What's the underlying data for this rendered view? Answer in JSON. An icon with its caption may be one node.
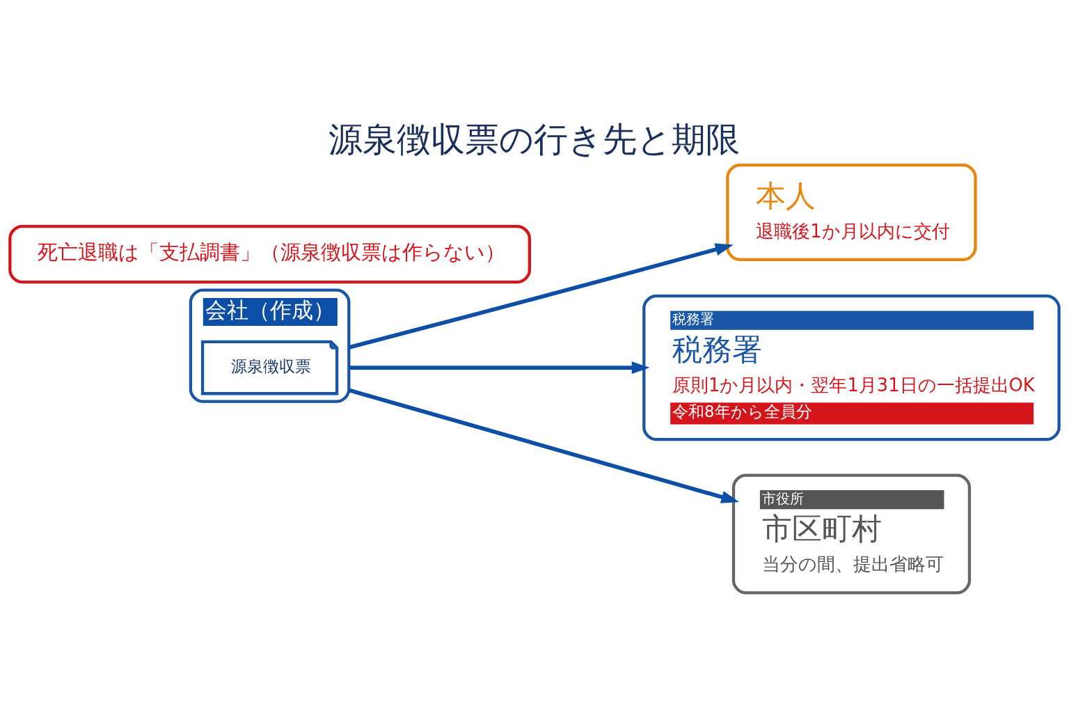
{
  "diagram": {
    "title": "源泉徴収票の行き先と期限",
    "nodes": [
      {
        "text": [
          "会社（作成）"
        ]
      },
      {
        "text": [
          "源泉徴収票"
        ],
        "in": 0
      },
      {
        "text": [
          "本人",
          "退職後1か月以内に交付"
        ]
      },
      {
        "text": [
          "税務署",
          "税務署",
          "原則1か月以内・翌年1月31日の一括提出OK",
          "令和8年から全員分"
        ]
      },
      {
        "text": [
          "市役所",
          "市区町村",
          "当分の間、提出省略可"
        ]
      },
      {
        "text": [
          "死亡退職は「支払調書」（源泉徴収票は作らない）"
        ]
      }
    ],
    "edges": [
      {
        "from": 0,
        "to": 2,
        "arrow": "to"
      },
      {
        "from": 0,
        "to": 3,
        "arrow": "to"
      },
      {
        "from": 0,
        "to": 4,
        "arrow": "to"
      }
    ]
  }
}
